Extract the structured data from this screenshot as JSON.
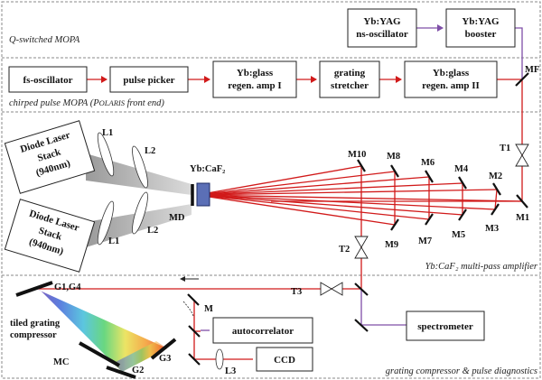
{
  "sections": {
    "qswitched": "Q-switched MOPA",
    "chirped": "chirped pulse MOPA (Polaris front end)",
    "multipass": "Yb:CaF₂ multi-pass amplifier",
    "compressor": "grating compressor & pulse diagnostics"
  },
  "boxes": {
    "yag_osc": [
      "Yb:YAG",
      "ns-oscillator"
    ],
    "yag_booster": [
      "Yb:YAG",
      "booster"
    ],
    "fs_osc": [
      "fs-oscillator"
    ],
    "pulse_picker": [
      "pulse picker"
    ],
    "regen1": [
      "Yb:glass",
      "regen. amp I"
    ],
    "stretcher": [
      "grating",
      "stretcher"
    ],
    "regen2": [
      "Yb:glass",
      "regen. amp II"
    ],
    "stack_top": [
      "Diode Laser",
      "Stack",
      "(940nm)"
    ],
    "stack_bot": [
      "Diode Laser",
      "Stack",
      "(940nm)"
    ],
    "autocorrelator": [
      "autocorrelator"
    ],
    "ccd": [
      "CCD"
    ],
    "spectrometer": [
      "spectrometer"
    ]
  },
  "labels": {
    "mf": "MF",
    "t1": "T1",
    "t2": "T2",
    "t3": "T3",
    "l1_top": "L1",
    "l2_top": "L2",
    "l1_bot": "L1",
    "l2_bot": "L2",
    "md": "MD",
    "crystal": "Yb:CaF₂",
    "m1": "M1",
    "m2": "M2",
    "m3": "M3",
    "m4": "M4",
    "m5": "M5",
    "m6": "M6",
    "m7": "M7",
    "m8": "M8",
    "m9": "M9",
    "m10": "M10",
    "m": "M",
    "l3": "L3",
    "g1g4": "G1,G4",
    "g2": "G2",
    "g3": "G3",
    "mc": "MC",
    "tiled": [
      "tiled grating",
      "compressor"
    ]
  },
  "colors": {
    "beam_red": "#d11a1a",
    "beam_purple": "#7f4fa8",
    "crystal_blue": "#5b6fb6",
    "diode_gray": "#9a9a9a"
  }
}
